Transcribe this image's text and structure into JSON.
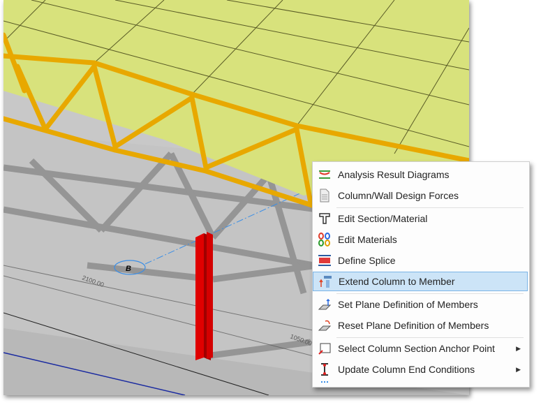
{
  "viewport": {
    "grid_bubble": "B",
    "dimension_1": "2100.00",
    "dimension_2": "1050.00"
  },
  "context_menu": {
    "items": [
      {
        "label": "Analysis Result Diagrams",
        "icon": "diagram-icon"
      },
      {
        "label": "Column/Wall Design Forces",
        "icon": "document-icon"
      },
      {
        "label": "Edit Section/Material",
        "icon": "tee-section-icon"
      },
      {
        "label": "Edit Materials",
        "icon": "materials-icon"
      },
      {
        "label": "Define Splice",
        "icon": "splice-icon"
      },
      {
        "label": "Extend Column to Member",
        "icon": "extend-column-icon",
        "highlighted": true
      },
      {
        "label": "Set Plane Definition of Members",
        "icon": "set-plane-icon"
      },
      {
        "label": "Reset Plane Definition of Members",
        "icon": "reset-plane-icon"
      },
      {
        "label": "Select Column Section Anchor Point",
        "icon": "anchor-point-icon",
        "submenu": true
      },
      {
        "label": "Update Column End Conditions",
        "icon": "end-conditions-icon",
        "submenu": true
      }
    ]
  },
  "colors": {
    "highlight": "#cce4f7",
    "column": "#e00000",
    "truss": "#e8a800",
    "glass": "#d4e07a"
  }
}
